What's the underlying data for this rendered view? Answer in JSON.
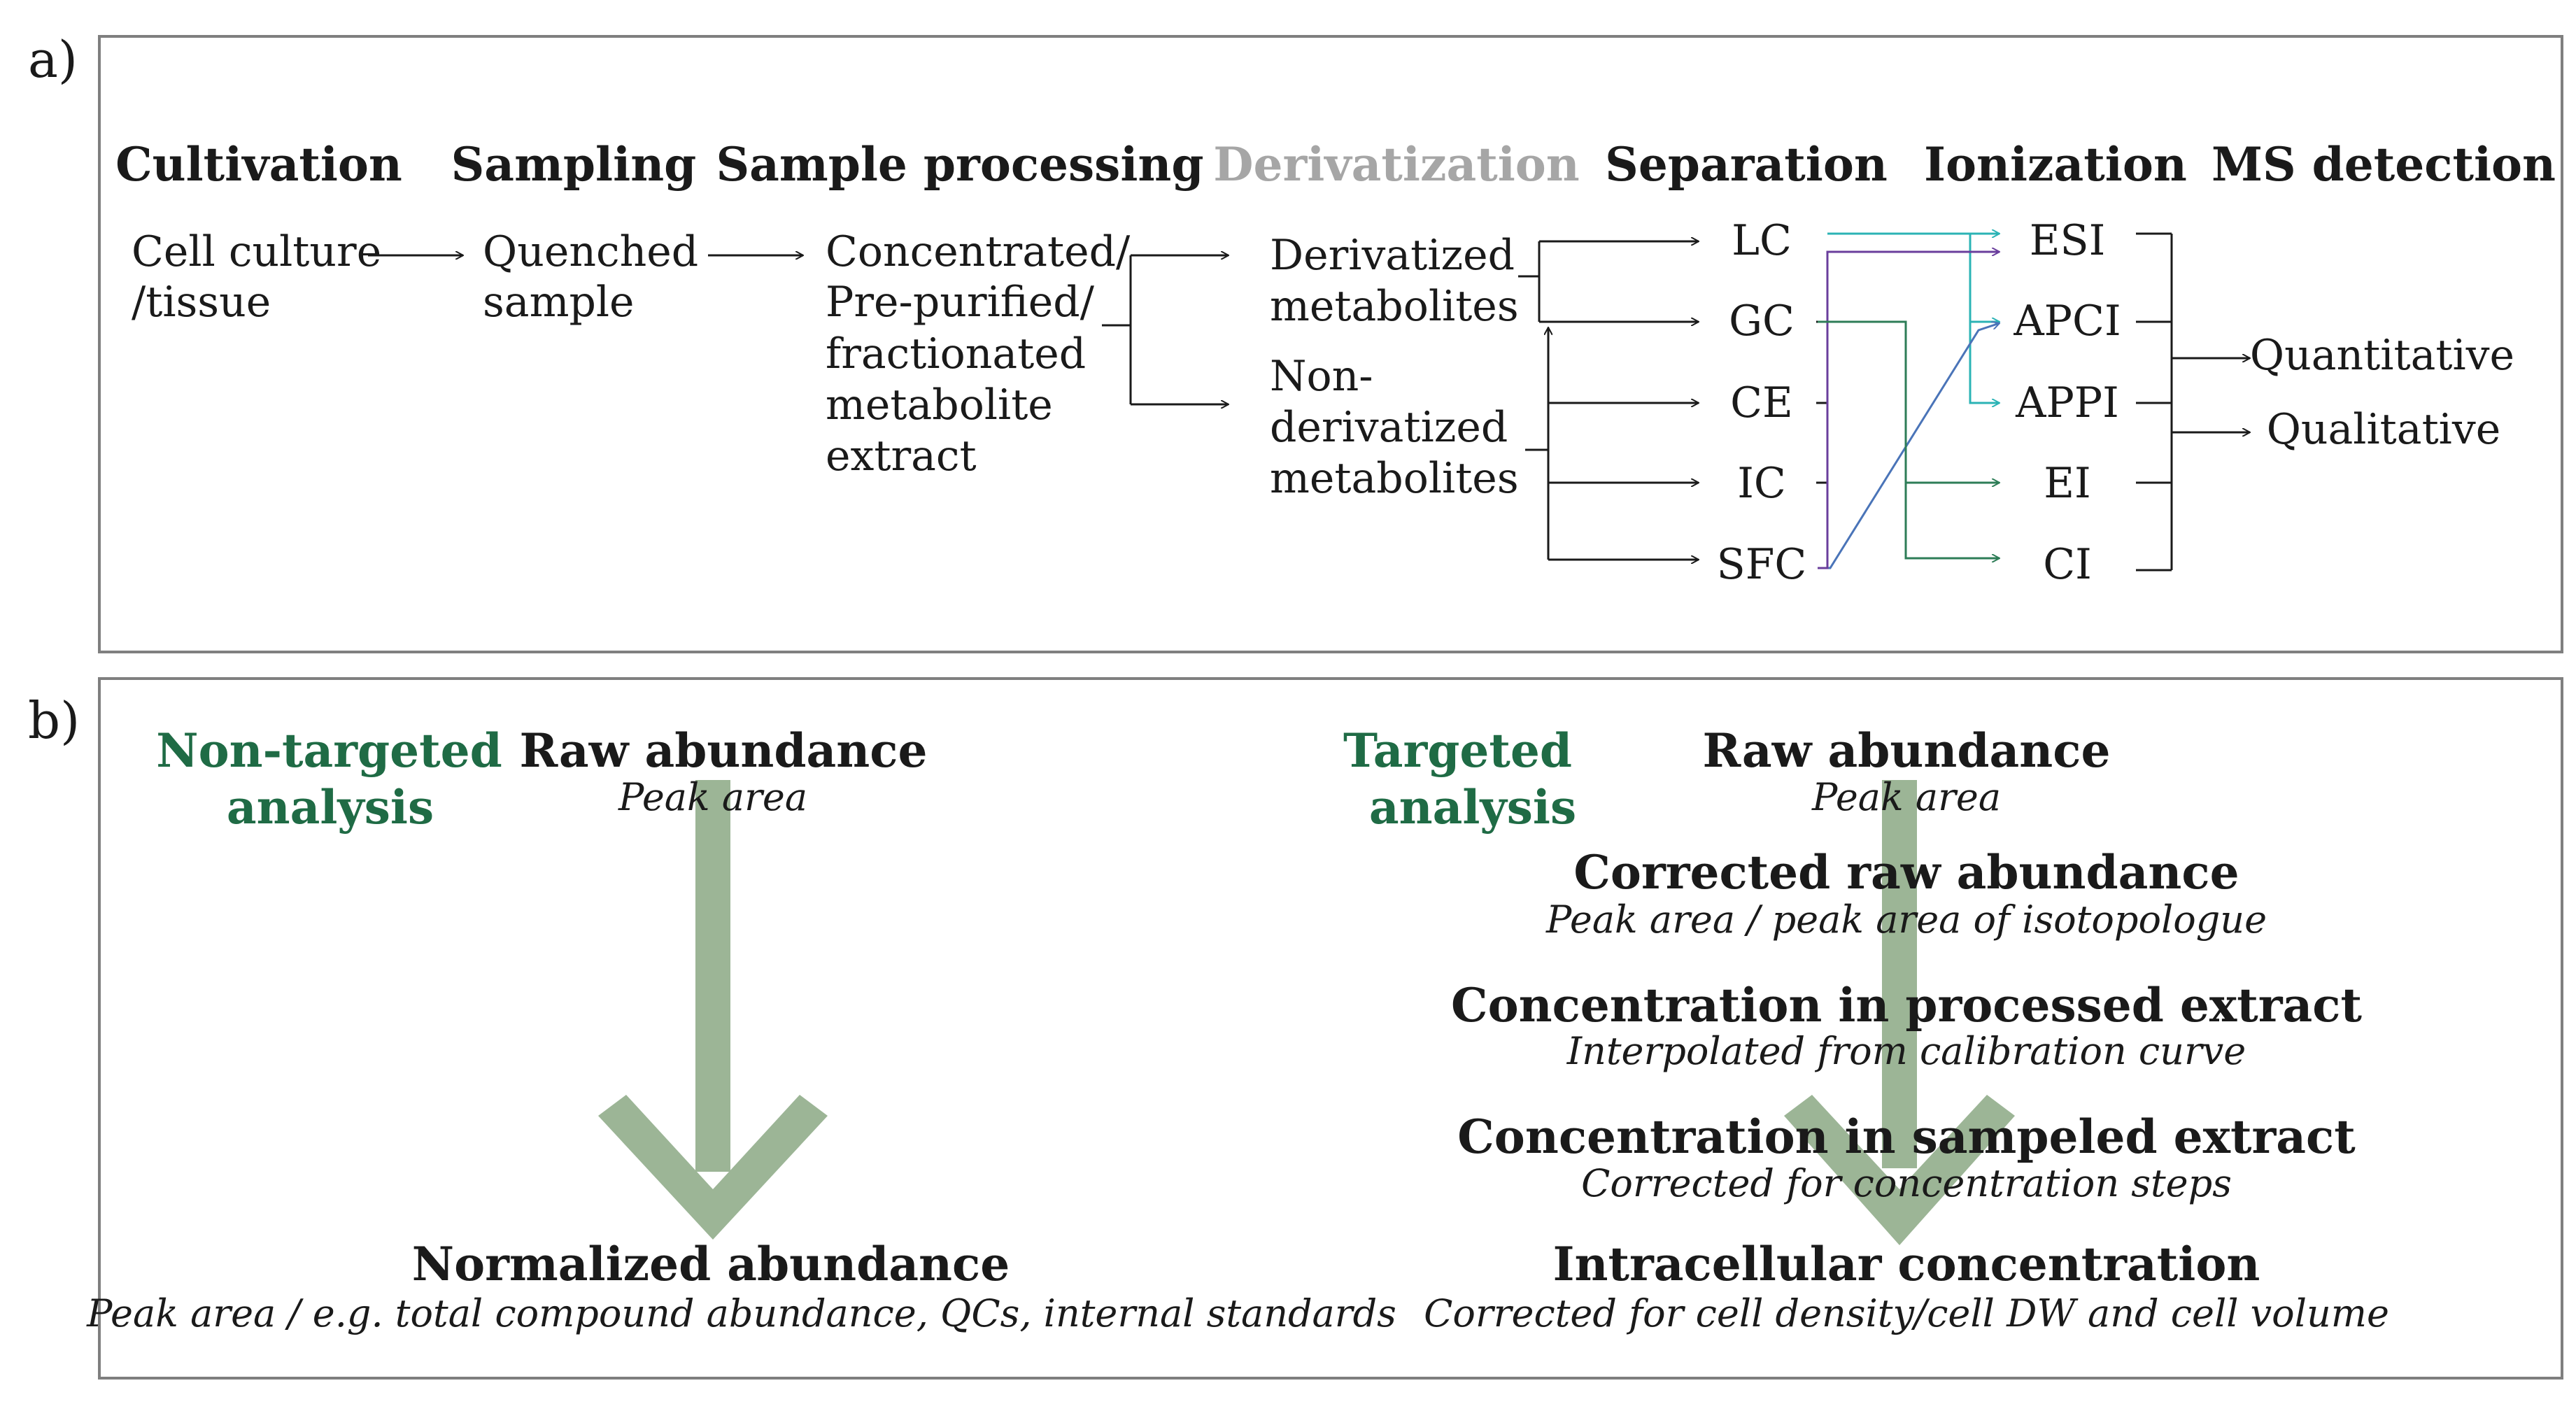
{
  "panel_a": {
    "label": "a)",
    "headers": {
      "cultivation": "Cultivation",
      "sampling": "Sampling",
      "sample_processing": "Sample processing",
      "derivatization": "Derivatization",
      "separation": "Separation",
      "ionization": "Ionization",
      "ms_detection": "MS detection"
    },
    "cultivation_lines": [
      "Cell culture",
      "/tissue"
    ],
    "sampling_lines": [
      "Quenched",
      "sample"
    ],
    "processing_lines": [
      "Concentrated/",
      "Pre-purified/",
      "fractionated",
      "metabolite",
      "extract"
    ],
    "derivatized_lines": [
      "Derivatized",
      "metabolites"
    ],
    "nonderivatized_lines": [
      "Non-",
      "derivatized",
      "metabolites"
    ],
    "separation_methods": [
      "LC",
      "GC",
      "CE",
      "IC",
      "SFC"
    ],
    "ionization_methods": [
      "ESI",
      "APCI",
      "APPI",
      "EI",
      "CI"
    ],
    "outputs": [
      "Quantitative",
      "Qualitative"
    ]
  },
  "panel_b": {
    "label": "b)",
    "nontargeted": {
      "title_lines": [
        "Non-targeted",
        "analysis"
      ],
      "start_title": "Raw abundance",
      "start_sub": "Peak area",
      "end_title": "Normalized abundance",
      "end_sub": "Peak area / e.g. total compound abundance, QCs, internal standards"
    },
    "targeted": {
      "title_lines": [
        "Targeted",
        "analysis"
      ],
      "steps": [
        {
          "title": "Raw abundance",
          "sub": "Peak area"
        },
        {
          "title": "Corrected raw abundance",
          "sub": "Peak area / peak area of isotopologue"
        },
        {
          "title": "Concentration in processed extract",
          "sub": "Interpolated from calibration curve"
        },
        {
          "title": "Concentration in sampeled extract",
          "sub": "Corrected for concentration steps"
        },
        {
          "title": "Intracellular concentration",
          "sub": "Corrected for cell density/cell DW and cell volume"
        }
      ]
    }
  },
  "colors": {
    "text": "#1a1a1a",
    "derivatization_header": "#a6a6a6",
    "green_title": "#1f6b45",
    "arrow_fill": "#9cb596",
    "panel_border": "#7f7f7f",
    "teal_line": "#2bb3b5",
    "purple_line": "#6a3e9c",
    "blue_line": "#4a74b8",
    "green_line": "#2e7d57"
  }
}
